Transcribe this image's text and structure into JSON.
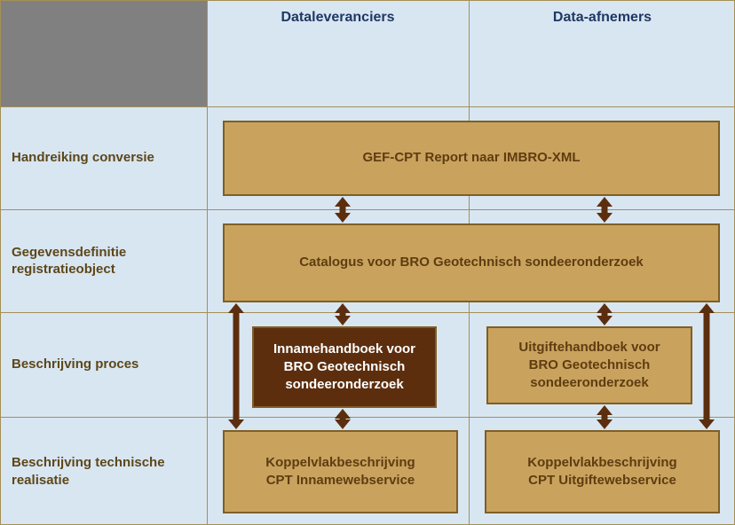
{
  "columns": [
    {
      "label": "Dataleveranciers"
    },
    {
      "label": "Data-afnemers"
    }
  ],
  "row_labels": [
    "Handreiking conversie",
    "Gegevensdefinitie\nregistratieobject",
    "Beschrijving proces",
    "Beschrijving technische\nrealisatie"
  ],
  "boxes": {
    "gef_cpt_report": "GEF-CPT Report naar IMBRO-XML",
    "catalogus": "Catalogus voor BRO Geotechnisch sondeeronderzoek",
    "innamehandboek": "Innamehandboek voor\nBRO Geotechnisch\nsondeeronderzoek",
    "uitgiftehandboek": "Uitgiftehandboek voor\nBRO Geotechnisch\nsondeeronderzoek",
    "koppelvlak_inname": "Koppelvlakbeschrijving\nCPT Innamewebservice",
    "koppelvlak_uitgifte": "Koppelvlakbeschrijving\nCPT Uitgiftewebservice"
  },
  "colors": {
    "background": "#d8e6f2",
    "grid_line": "#a59055",
    "corner_cell_gray": "#808080",
    "header_text": "#1f3864",
    "row_label_text": "#5d4719",
    "box_fill": "#c9a35e",
    "box_border": "#7f5f26",
    "box_text": "#5f3c10",
    "highlight_box_fill": "#5c2e0e",
    "highlight_box_text": "#ffffff",
    "arrow": "#5c2e0e"
  }
}
